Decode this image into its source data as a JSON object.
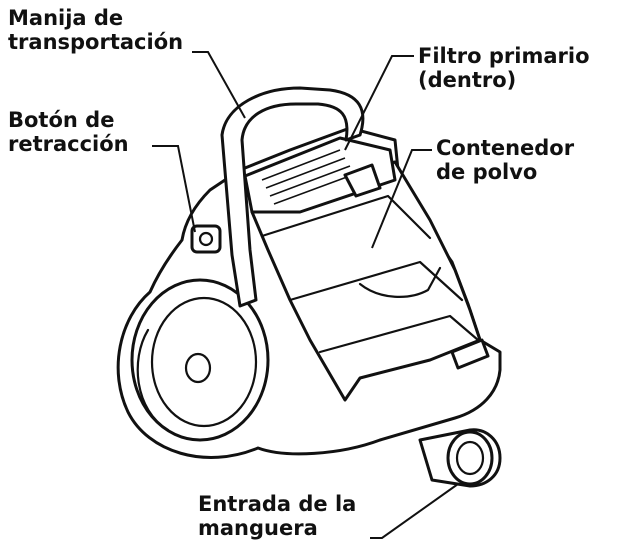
{
  "labels": {
    "handle": {
      "line1": "Manija de",
      "line2": "transportación"
    },
    "filter": {
      "line1": "Filtro primario",
      "line2": "(dentro)"
    },
    "retract": {
      "line1": "Botón de",
      "line2": "retracción"
    },
    "container": {
      "line1": "Contenedor",
      "line2": "de polvo"
    },
    "hose": {
      "line1": "Entrada de la",
      "line2": "manguera"
    }
  },
  "icons": [
    "vacuum-cleaner-illustration"
  ],
  "colors": {
    "ink": "#111111",
    "background": "#ffffff"
  }
}
